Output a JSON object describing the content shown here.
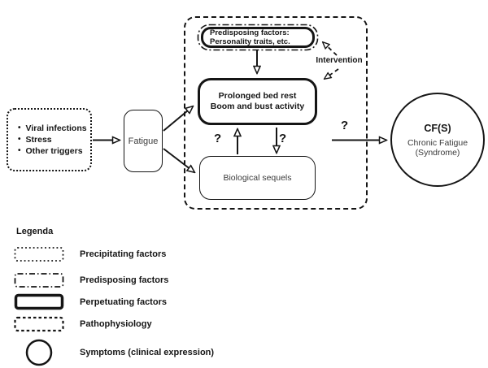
{
  "diagram": {
    "precipitating": {
      "items": [
        "Viral infections",
        "Stress",
        "Other triggers"
      ]
    },
    "fatigue": {
      "label": "Fatigue"
    },
    "predisposing": {
      "line1": "Predisposing factors:",
      "line2": "Personality traits, etc."
    },
    "intervention": {
      "label": "Intervention"
    },
    "perpetuating": {
      "line1": "Prolonged bed rest",
      "line2": "Boom and bust activity"
    },
    "biological": {
      "label": "Biological sequels"
    },
    "cfs": {
      "title": "CF(S)",
      "line1": "Chronic Fatigue",
      "line2": "(Syndrome)"
    },
    "question_mark": "?"
  },
  "legend": {
    "title": "Legenda",
    "items": [
      {
        "swatch": "dotted-rect",
        "label": "Precipitating factors"
      },
      {
        "swatch": "dashdot-rect",
        "label": "Predisposing factors"
      },
      {
        "swatch": "thick-rect",
        "label": "Perpetuating factors"
      },
      {
        "swatch": "dashed-rect",
        "label": "Pathophysiology"
      },
      {
        "swatch": "circle",
        "label": "Symptoms (clinical expression)"
      }
    ]
  },
  "colors": {
    "ink": "#151515",
    "muted_text": "#3b3b3b",
    "background": "#ffffff"
  }
}
